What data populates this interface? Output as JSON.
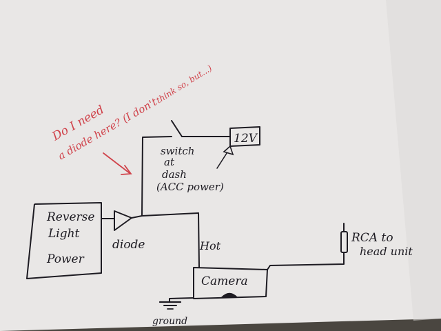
{
  "diagram": {
    "reverse_light_box": {
      "line1": "Reverse",
      "line2": "Light",
      "line3": "Power"
    },
    "diode_label": "diode",
    "switch_label": {
      "line1": "switch",
      "line2": "at",
      "line3": "dash",
      "line4": "(ACC power)"
    },
    "battery_label": "12V",
    "hot_label": "Hot",
    "camera_label": "Camera",
    "ground_label": "ground",
    "rca_label": {
      "line1": "RCA to",
      "line2": "head unit"
    },
    "question_note": {
      "line1": "Do I need",
      "line2": "a diode here? (I don't",
      "line3": "think so, but...)"
    }
  },
  "colors": {
    "paper": "#e9e7e6",
    "ink": "#1d1b22",
    "red_ink": "#d0424a",
    "table": "#4a4640"
  }
}
